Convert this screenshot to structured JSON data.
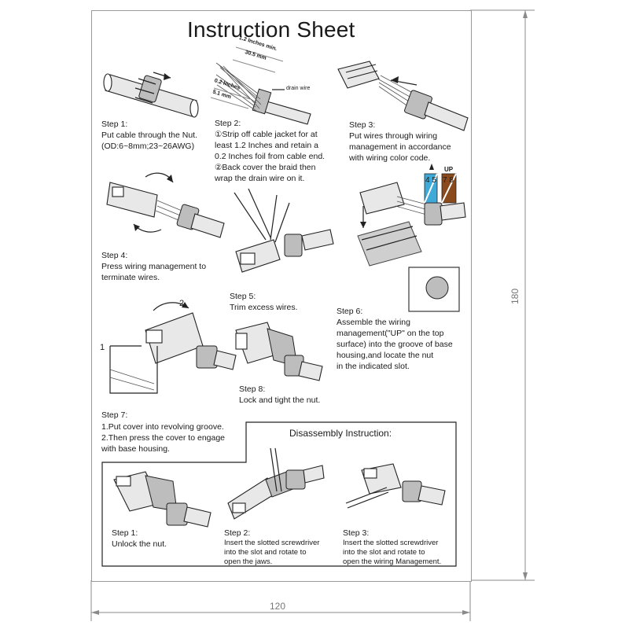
{
  "title": "Instruction Sheet",
  "dimensions": {
    "height": "180",
    "width": "120"
  },
  "steps": [
    {
      "label": "Step 1:",
      "text": "Put cable through the Nut.\n(OD:6~8mm;23~26AWG)"
    },
    {
      "label": "Step 2:",
      "text": "①Strip off cable jacket for at\n   least 1.2 Inches and retain a\n   0.2 Inches foil from cable end.\n②Back cover the braid then\n   wrap the drain wire on it."
    },
    {
      "label": "Step 3:",
      "text": "Put wires through wiring\nmanagement in accordance\nwith wiring color code."
    },
    {
      "label": "Step 4:",
      "text": "Press wiring management to\nterminate wires."
    },
    {
      "label": "Step 5:",
      "text": "Trim excess wires."
    },
    {
      "label": "Step 6:",
      "text": "Assemble the wiring\nmanagement(\"UP\" on the top\nsurface) into the groove of base\nhousing,and locate the nut\nin the indicated slot."
    },
    {
      "label": "Step 7:",
      "text": "1.Put cover into revolving groove.\n2.Then press the cover to engage\n   with base housing."
    },
    {
      "label": "Step 8:",
      "text": "Lock and tight the nut."
    }
  ],
  "strip_annotations": {
    "len1_in": "1.2 Inches min.",
    "len1_mm": "30.5 mm",
    "len2_in": "0.2 Inches",
    "len2_mm": "5.1 mm",
    "drain": "drain wire"
  },
  "color_code": {
    "up": "UP",
    "left": "4 5",
    "right": "7 8"
  },
  "step7_marks": {
    "one": "1",
    "two": "2"
  },
  "disassembly": {
    "title": "Disassembly Instruction:",
    "steps": [
      {
        "label": "Step 1:",
        "text": "Unlock the nut."
      },
      {
        "label": "Step 2:",
        "text": "Insert the slotted screwdriver\ninto the slot and rotate to\nopen the jaws."
      },
      {
        "label": "Step 3:",
        "text": "Insert the slotted screwdriver\ninto the slot and rotate to\nopen the wiring Management."
      }
    ]
  },
  "colors": {
    "blue": "#3fa9d8",
    "brown": "#8a4a1c",
    "line": "#222222"
  }
}
